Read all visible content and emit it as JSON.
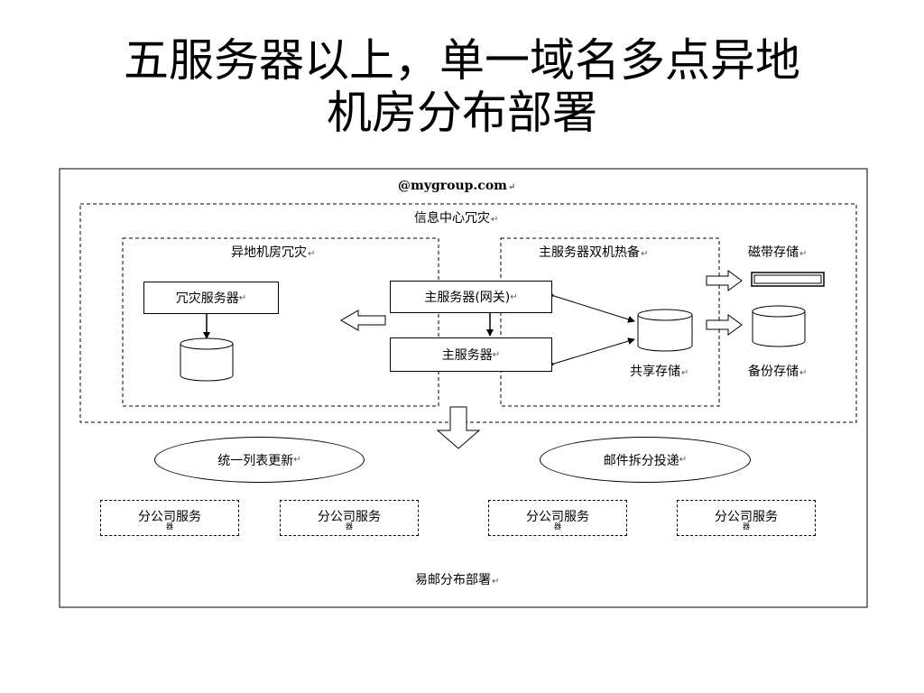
{
  "slide": {
    "title_line1": "五服务器以上，单一域名多点异地",
    "title_line2": "机房分布部署"
  },
  "diagram": {
    "domain": "@mygroup.com",
    "info_center": "信息中心冗灾",
    "remote_dr": "异地机房冗灾",
    "dr_server": "冗灾服务器",
    "hot_standby": "主服务器双机热备",
    "main_gateway": "主服务器(网关)",
    "main_server": "主服务器",
    "shared_storage": "共享存储",
    "tape_storage": "磁带存储",
    "backup_storage": "备份存储",
    "unified_list": "统一列表更新",
    "mail_split": "邮件拆分投递",
    "branch_1": "分公司服务",
    "branch_2": "分公司服务",
    "branch_3": "分公司服务",
    "branch_4": "分公司服务",
    "branch_sub": "器",
    "footer": "易邮分布部署",
    "return_mark": "↵"
  }
}
